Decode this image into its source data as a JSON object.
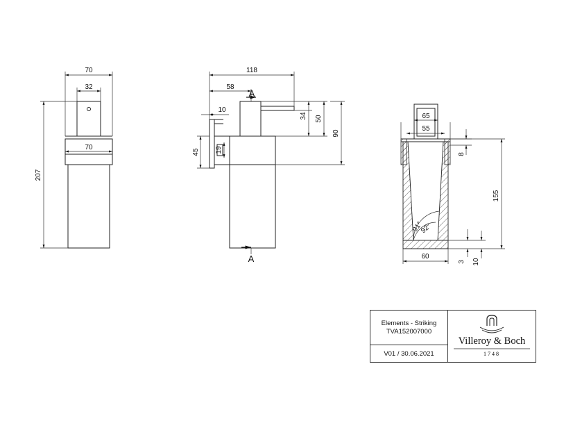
{
  "front_view": {
    "width_overall": "70",
    "width_head": "32",
    "width_body": "70",
    "height_overall": "207"
  },
  "side_view": {
    "length_total": "118",
    "length_to_axis": "58",
    "wall_plate": "10",
    "plate_height": "45",
    "plate_offset": "19",
    "nozzle_height": "34",
    "head_height": "50",
    "bracket_height": "90",
    "section_mark_top": "A",
    "section_mark_bottom": "A"
  },
  "section_view": {
    "cap_outer": "65",
    "cap_inner": "55",
    "rim": "8",
    "height": "155",
    "base_width": "60",
    "bottom_a": "3",
    "bottom_b": "10",
    "angle_outer": "91°",
    "angle_inner": "92°"
  },
  "title_block": {
    "product": "Elements - Striking",
    "article_number": "TVA152007000",
    "version_date": "V01 / 30.06.2021",
    "brand": "Villeroy & Boch",
    "year": "1748"
  }
}
